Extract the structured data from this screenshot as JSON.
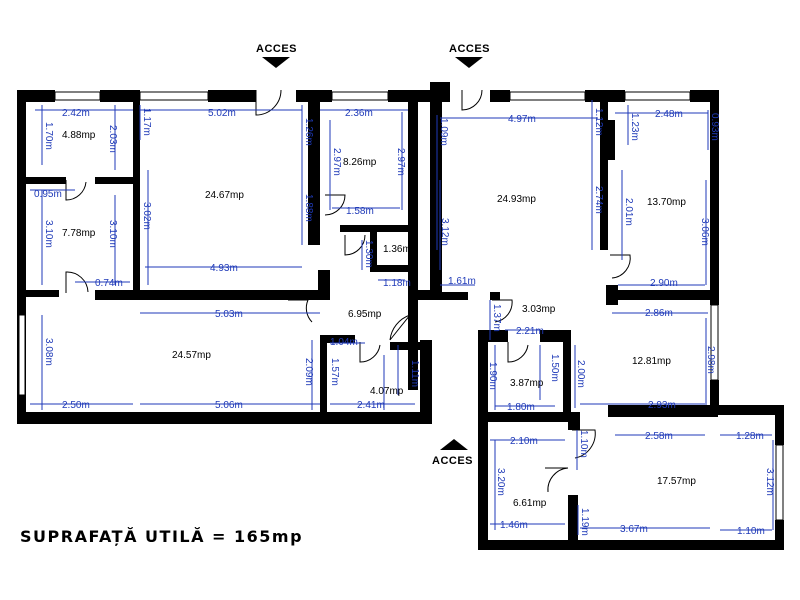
{
  "entrances": {
    "label": "ACCES"
  },
  "total_area": {
    "label": "SUPRAFAȚĂ UTILĂ = 165mp"
  },
  "rooms": [
    {
      "id": "r1",
      "area": "4.88mp"
    },
    {
      "id": "r2",
      "area": "24.67mp"
    },
    {
      "id": "r3",
      "area": "8.26mp"
    },
    {
      "id": "r4",
      "area": "24.93mp"
    },
    {
      "id": "r5",
      "area": "13.70mp"
    },
    {
      "id": "r6",
      "area": "7.78mp"
    },
    {
      "id": "r7",
      "area": "1.36mp"
    },
    {
      "id": "r8",
      "area": "6.95mp"
    },
    {
      "id": "r9",
      "area": "3.03mp"
    },
    {
      "id": "r10",
      "area": "24.57mp"
    },
    {
      "id": "r11",
      "area": "4.07mp"
    },
    {
      "id": "r12",
      "area": "3.87mp"
    },
    {
      "id": "r13",
      "area": "12.81mp"
    },
    {
      "id": "r14",
      "area": "6.61mp"
    },
    {
      "id": "r15",
      "area": "17.57mp"
    }
  ],
  "dimensions": [
    "2.42m",
    "5.02m",
    "2.36m",
    "4.97m",
    "2.48m",
    "1.70m",
    "2.03m",
    "1.17m",
    "1.26m",
    "2.97m",
    "2.97m",
    "1.09m",
    "1.12m",
    "1.23m",
    "0.93m",
    "0.95m",
    "3.10m",
    "3.10m",
    "3.02m",
    "1.88m",
    "1.58m",
    "3.12m",
    "2.74m",
    "2.01m",
    "3.06m",
    "1.30m",
    "1.18m",
    "4.93m",
    "0.74m",
    "1.61m",
    "2.90m",
    "5.03m",
    "1.37m",
    "2.86m",
    "2.21m",
    "1.04m",
    "3.08m",
    "2.09m",
    "1.57m",
    "1.11m",
    "1.90m",
    "1.50m",
    "2.00m",
    "2.98m",
    "2.50m",
    "5.06m",
    "2.41m",
    "1.80m",
    "2.93m",
    "2.10m",
    "2.58m",
    "1.28m",
    "1.10m",
    "3.20m",
    "3.12m",
    "1.46m",
    "1.19m",
    "3.67m",
    "1.10m"
  ]
}
